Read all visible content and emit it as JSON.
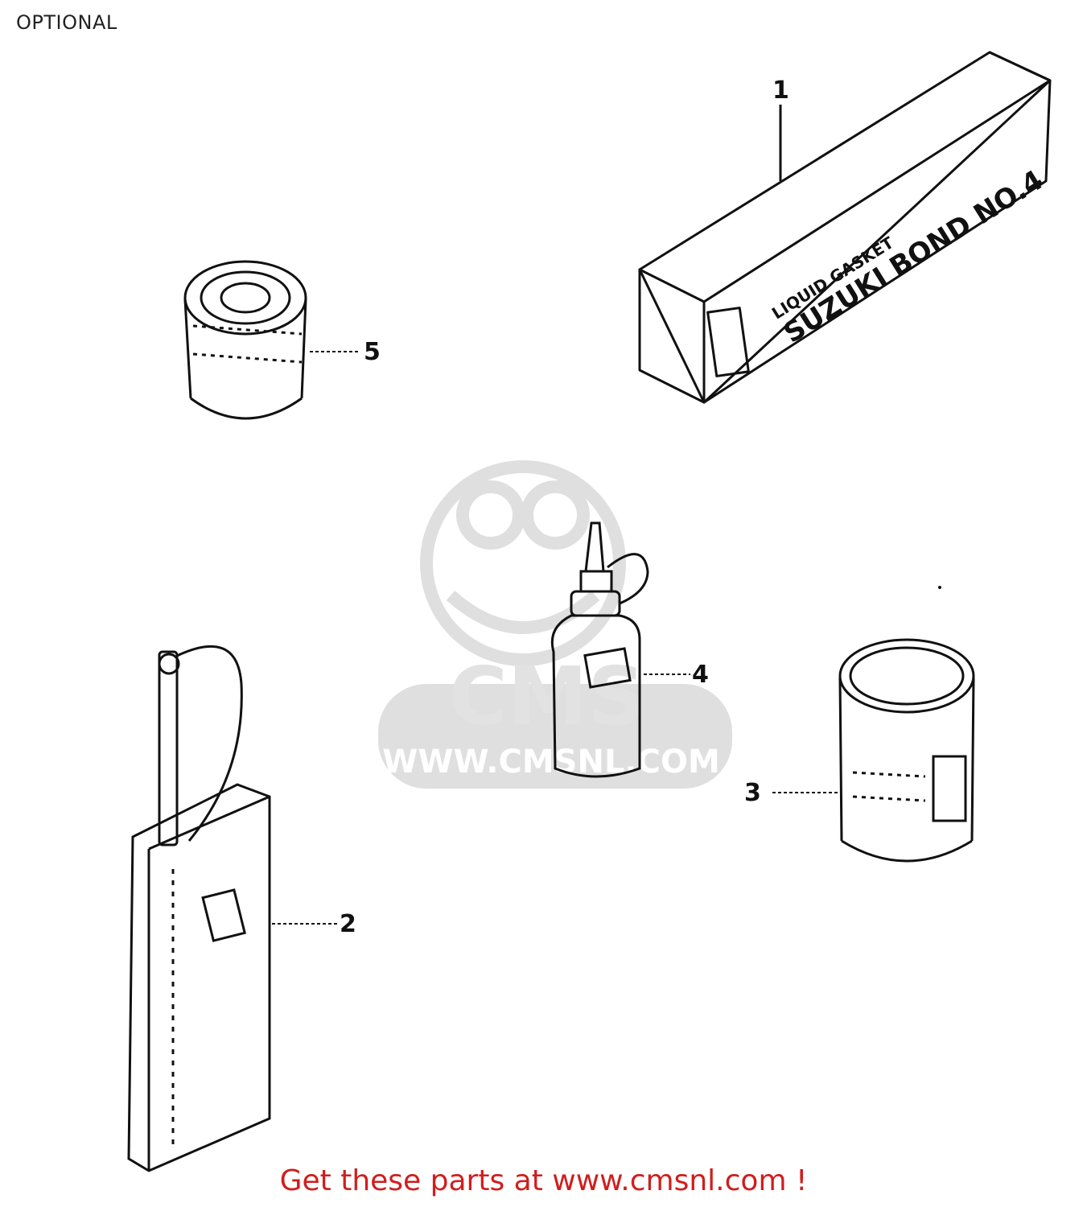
{
  "title": "OPTIONAL",
  "callouts": [
    "1",
    "2",
    "3",
    "4",
    "5"
  ],
  "watermark": {
    "text": "WWW.CMSNL.COM",
    "brand": "CMS"
  },
  "product_labels": {
    "bond_box_line1": "LIQUID GASKET",
    "bond_box_line2": "SUZUKI BOND NO.4"
  },
  "footer": "Get these parts at www.cmsnl.com !",
  "colors": {
    "line": "#111111",
    "watermark": "#d9d9d9",
    "footer": "#d11d1d"
  }
}
